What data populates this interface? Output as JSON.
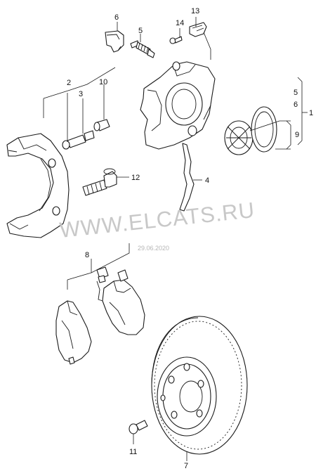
{
  "callouts": {
    "c1": "1",
    "c2": "2",
    "c3": "3",
    "c4": "4",
    "c5": "5",
    "c5b": "5",
    "c6": "6",
    "c6b": "6",
    "c7": "7",
    "c8": "8",
    "c9": "9",
    "c10": "10",
    "c11": "11",
    "c12": "12",
    "c13": "13",
    "c14": "14"
  },
  "watermark": {
    "text": "WWW.ELCATS.RU",
    "date": "29.06.2020",
    "color": "#c8c8c8"
  },
  "colors": {
    "line": "#1a1a1a",
    "background": "#ffffff"
  }
}
